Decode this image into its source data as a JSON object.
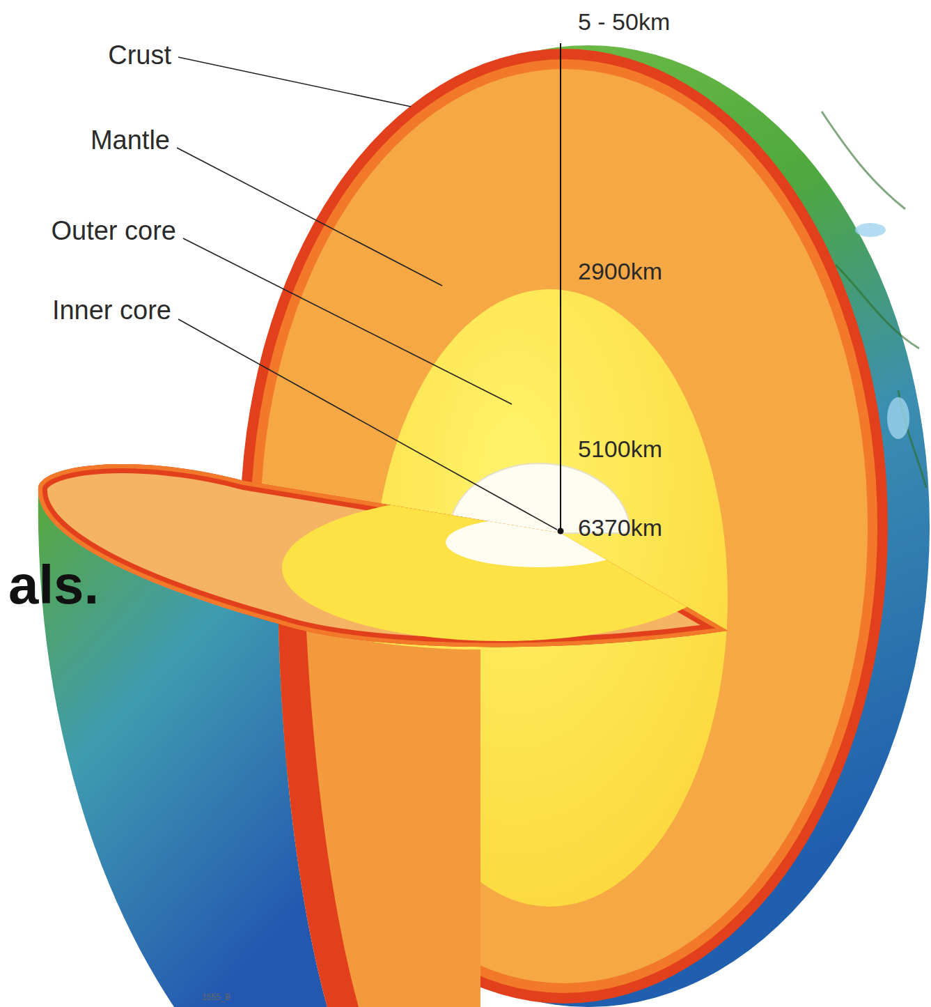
{
  "diagram": {
    "labels": [
      "5 - 50km",
      "Crust",
      "Mantle",
      "Outer core",
      "Inner core",
      "2900km",
      "5100km",
      "6370km",
      "als.",
      "1555_B"
    ]
  }
}
